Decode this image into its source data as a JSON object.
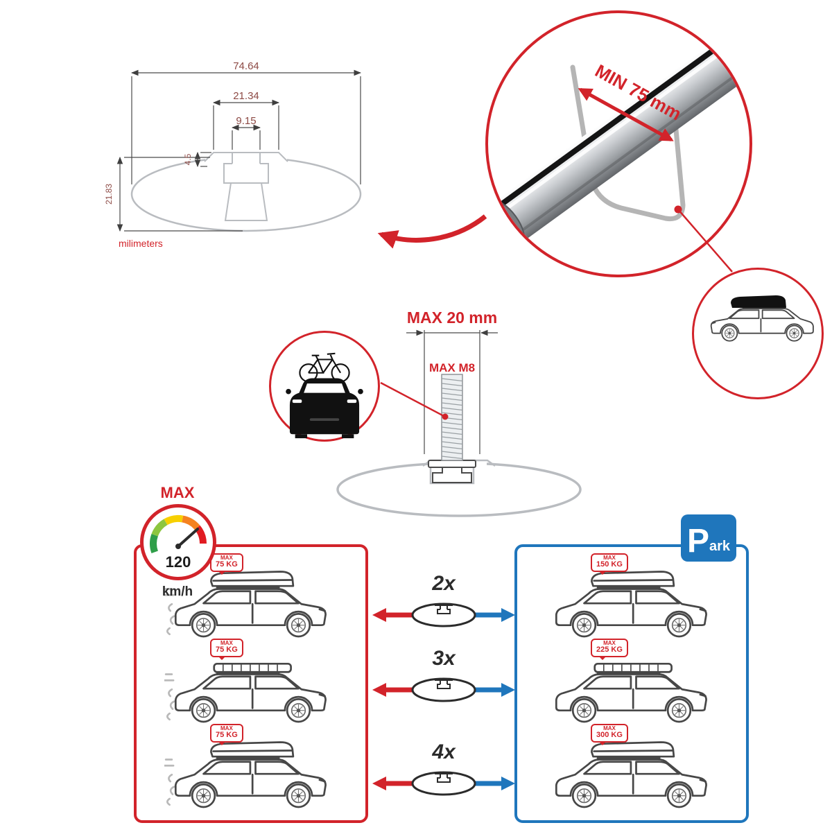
{
  "colors": {
    "accent_red": "#d2232a",
    "accent_blue": "#1f76bc",
    "profile_gray": "#b9bcc0",
    "dimension_text": "#8d4a45",
    "line_dark": "#3f3f3f"
  },
  "profile_diagram": {
    "dim_total_width": "74.64",
    "dim_channel_outer": "21.34",
    "dim_slot_inner": "9.15",
    "dim_step_height": "4.5",
    "dim_total_height": "21.83",
    "units_label": "milimeters"
  },
  "crossbar_detail": {
    "min_span_label": "MIN 75 mm"
  },
  "bolt_diagram": {
    "max_length_label": "MAX 20 mm",
    "max_thread_label": "MAX M8"
  },
  "speed_limit": {
    "label": "MAX",
    "value": "120",
    "units": "km/h"
  },
  "park_sign": {
    "initial": "P",
    "rest": "ark"
  },
  "load_rows": [
    {
      "multiplier": "2x",
      "driving_tag": {
        "label": "MAX",
        "value": "75 KG"
      },
      "parked_tag": {
        "label": "MAX",
        "value": "150 KG"
      }
    },
    {
      "multiplier": "3x",
      "driving_tag": {
        "label": "MAX",
        "value": "75 KG"
      },
      "parked_tag": {
        "label": "MAX",
        "value": "225 KG"
      }
    },
    {
      "multiplier": "4x",
      "driving_tag": {
        "label": "MAX",
        "value": "75 KG"
      },
      "parked_tag": {
        "label": "MAX",
        "value": "300 KG"
      }
    }
  ]
}
